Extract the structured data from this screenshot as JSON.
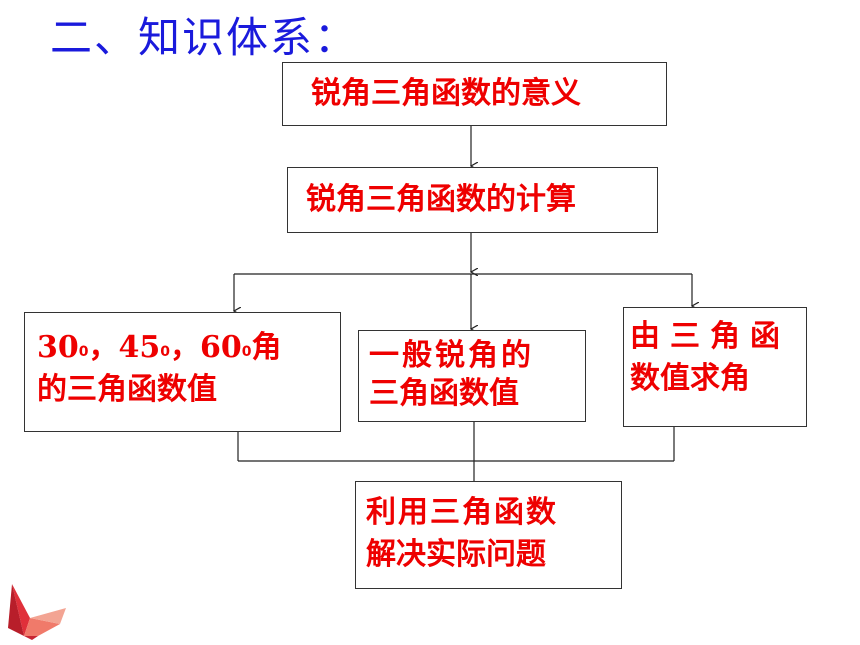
{
  "title": "二、知识体系：",
  "boxes": {
    "meaning": "锐角三角函数的意义",
    "calculation": "锐角三角函数的计算",
    "special_prefix": [
      "30",
      "45",
      "60"
    ],
    "special_sup": "0",
    "special_sep": "，",
    "special_line1_end": "角",
    "special_line2": "的三角函数值",
    "general_line1": "一般锐角的",
    "general_line2": "三角函数值",
    "inverse_line1": "由三角函",
    "inverse_line2": "数值求角",
    "application_line1": "利用三角函数",
    "application_line2": "解决实际问题"
  },
  "colors": {
    "title": "#1a1adc",
    "box_text": "#ee0000",
    "border": "#333333"
  },
  "icons": [
    "paper-crane-icon"
  ]
}
